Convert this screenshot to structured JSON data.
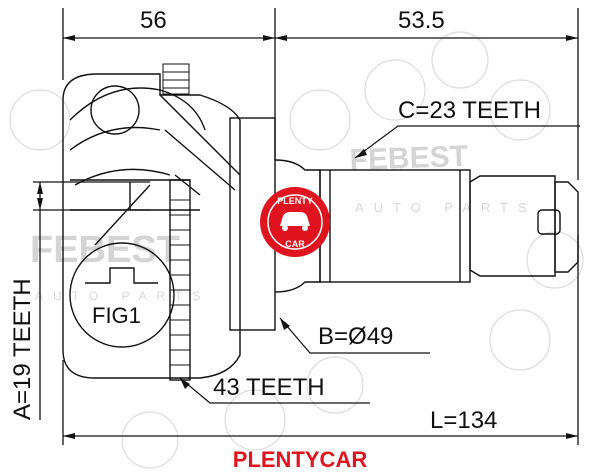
{
  "dimensions": {
    "top_left": "56",
    "top_right": "53.5",
    "bottom_length": "L=134"
  },
  "callouts": {
    "c_teeth": "C=23 TEETH",
    "b_diameter": "B=Ø49",
    "abs_teeth": "43 TEETH",
    "a_teeth": "A=19 TEETH",
    "fig_label": "FIG1"
  },
  "watermark": {
    "brand": "FEBEST",
    "sub": "AUTO PARTS",
    "circle_text": "FEBEST"
  },
  "badge": {
    "top_text": "PLENTY",
    "bottom_text": "CAR"
  },
  "footer": {
    "brand": "PLENTYCAR",
    "color": "#e0141e"
  },
  "colors": {
    "line": "#111111",
    "watermark": "#d4d4d4",
    "badge": "#e0141e"
  }
}
